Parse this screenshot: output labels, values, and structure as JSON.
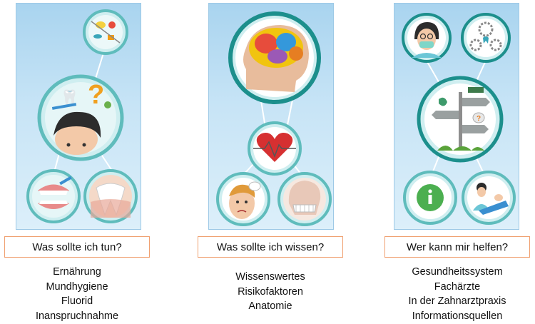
{
  "columns": [
    {
      "heading": "Was sollte ich tun?",
      "items": [
        "Ernährung",
        "Mundhygiene",
        "Fluorid",
        "Inanspruchnahme"
      ]
    },
    {
      "heading": "Was sollte ich wissen?",
      "items": [
        "Wissenswertes",
        "Risikofaktoren",
        "Anatomie"
      ]
    },
    {
      "heading": "Wer kann mir helfen?",
      "items": [
        "Gesundheitssystem",
        "Fachärzte",
        "In der Zahnarztpraxis",
        "Informationsquellen"
      ]
    }
  ],
  "colors": {
    "panel_background": "#c7e4f6",
    "circle_ring": "#5fbcbc",
    "label_border": "#f0a070"
  },
  "icons": [
    "food-icon",
    "confused-person-icon",
    "dentures-icon",
    "tooth-root-icon",
    "brain-head-icon",
    "heart-icon",
    "toothache-face-icon",
    "skull-anatomy-icon",
    "dentist-icon",
    "dental-settings-icon",
    "signpost-icon",
    "info-icon",
    "dental-treatment-icon"
  ]
}
